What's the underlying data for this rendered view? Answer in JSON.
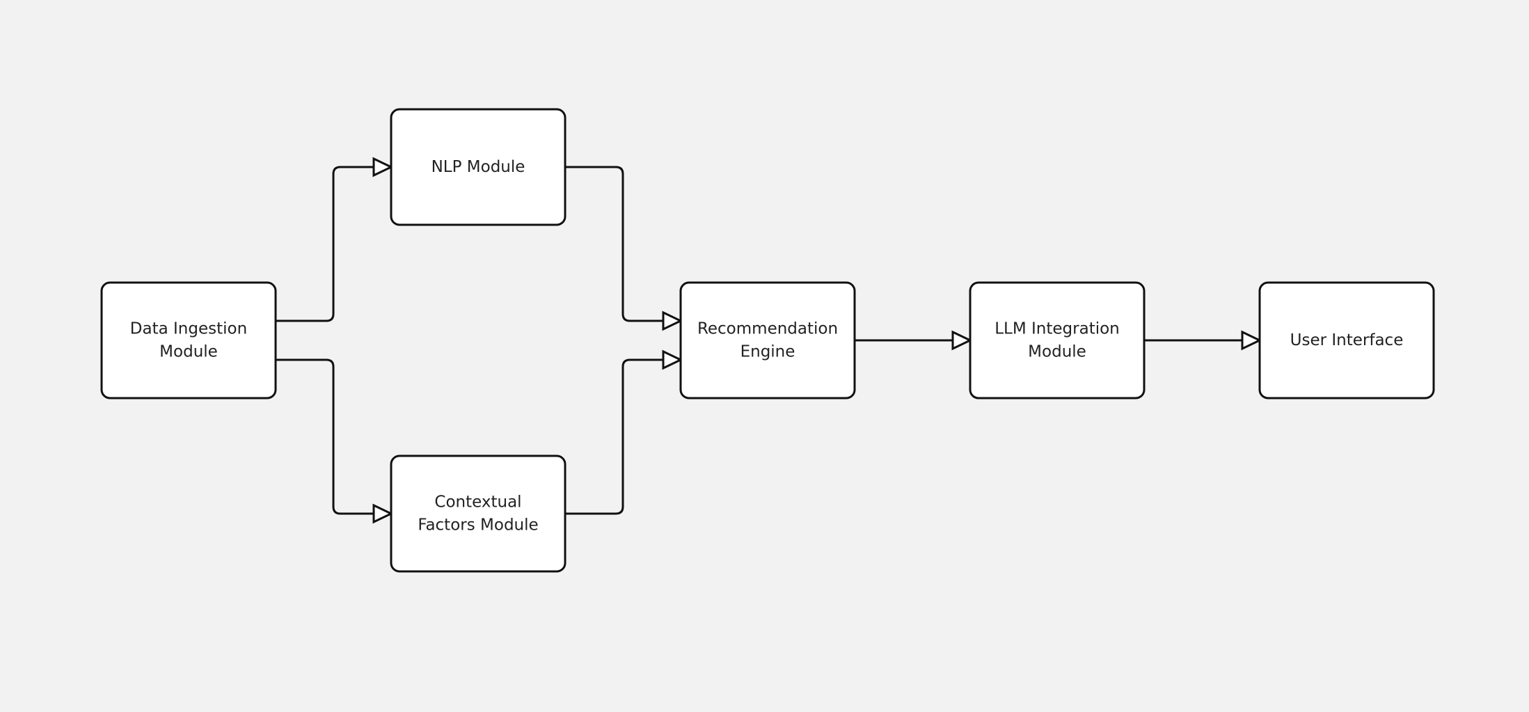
{
  "diagram": {
    "background": "#f2f2f2",
    "box_fill": "#ffffff",
    "stroke_color": "#111111",
    "text_color": "#222222",
    "nodes": [
      {
        "id": "data-ingestion",
        "lines": [
          "Data Ingestion",
          "Module"
        ]
      },
      {
        "id": "nlp",
        "lines": [
          "NLP Module"
        ]
      },
      {
        "id": "contextual",
        "lines": [
          "Contextual",
          "Factors Module"
        ]
      },
      {
        "id": "recommendation",
        "lines": [
          "Recommendation",
          "Engine"
        ]
      },
      {
        "id": "llm",
        "lines": [
          "LLM Integration",
          "Module"
        ]
      },
      {
        "id": "ui",
        "lines": [
          "User Interface"
        ]
      }
    ],
    "edges": [
      {
        "from": "data-ingestion",
        "to": "nlp",
        "arrow": "hollow-triangle"
      },
      {
        "from": "data-ingestion",
        "to": "contextual",
        "arrow": "hollow-triangle"
      },
      {
        "from": "nlp",
        "to": "recommendation",
        "arrow": "hollow-triangle"
      },
      {
        "from": "contextual",
        "to": "recommendation",
        "arrow": "hollow-triangle"
      },
      {
        "from": "recommendation",
        "to": "llm",
        "arrow": "hollow-triangle"
      },
      {
        "from": "llm",
        "to": "ui",
        "arrow": "hollow-triangle"
      }
    ]
  }
}
